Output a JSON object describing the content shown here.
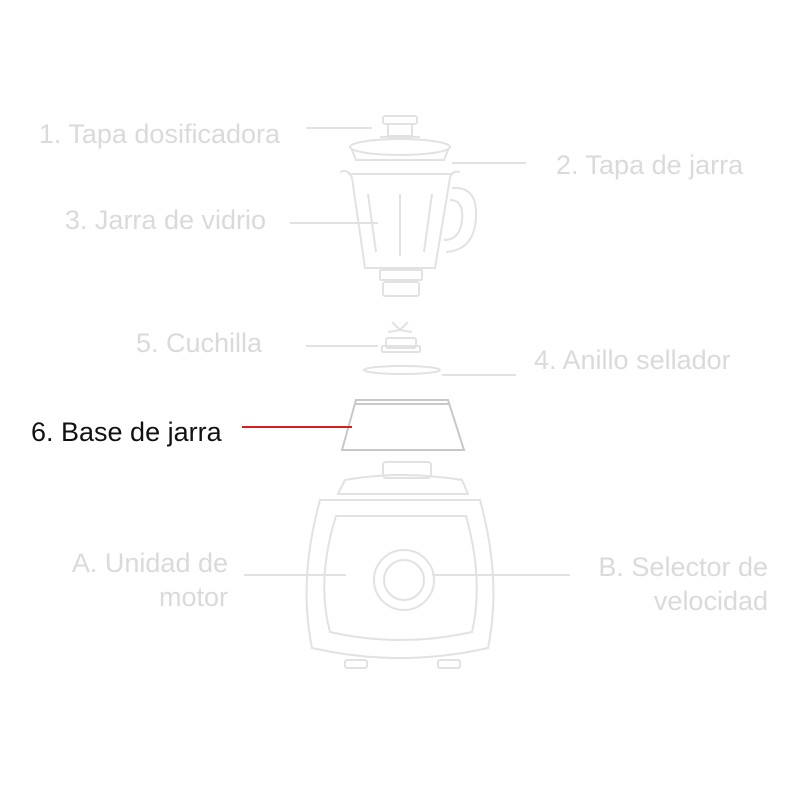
{
  "colors": {
    "inactive_text": "#dadada",
    "active_text": "#111111",
    "highlight_line": "#d81e1e",
    "drawing_stroke": "#e2e2e2"
  },
  "parts": [
    {
      "id": "1",
      "label": "1. Tapa dosificadora",
      "highlighted": false
    },
    {
      "id": "2",
      "label": "2. Tapa de jarra",
      "highlighted": false
    },
    {
      "id": "3",
      "label": "3. Jarra de vidrio",
      "highlighted": false
    },
    {
      "id": "5",
      "label": "5. Cuchilla",
      "highlighted": false
    },
    {
      "id": "4",
      "label": "4. Anillo sellador",
      "highlighted": false
    },
    {
      "id": "6",
      "label": "6. Base de jarra",
      "highlighted": true
    },
    {
      "id": "A",
      "label_line1": "A. Unidad de",
      "label_line2": "motor",
      "highlighted": false
    },
    {
      "id": "B",
      "label_line1": "B. Selector de",
      "label_line2": "velocidad",
      "highlighted": false
    }
  ]
}
